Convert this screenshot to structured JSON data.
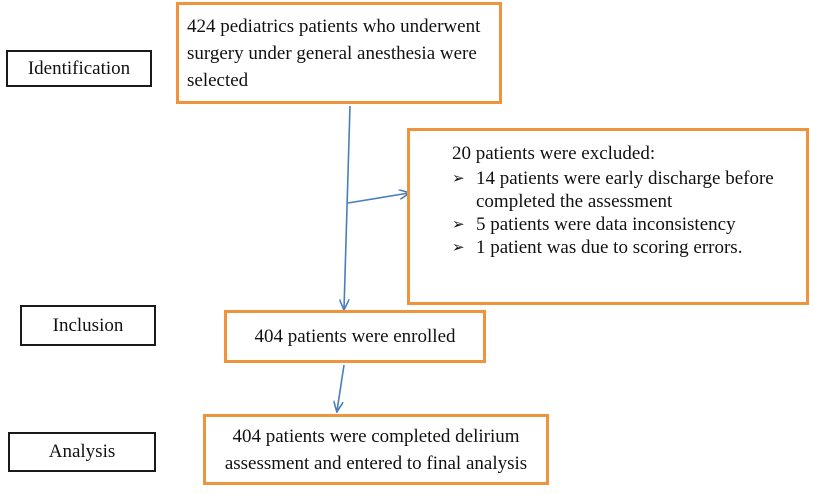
{
  "stages": {
    "identification": "Identification",
    "inclusion": "Inclusion",
    "analysis": "Analysis"
  },
  "boxes": {
    "selected": "424 pediatrics patients who underwent surgery under general anesthesia were selected",
    "excluded": {
      "title": "20 patients were excluded:",
      "items": [
        {
          "bullet": "➢",
          "text": "14 patients were early discharge before completed the assessment"
        },
        {
          "bullet": "➢",
          "text": "5 patients were data inconsistency"
        },
        {
          "bullet": "➢",
          "text": "1 patient was due to scoring errors."
        }
      ]
    },
    "enrolled": "404 patients were enrolled",
    "final": "404 patients were completed delirium assessment and entered to final analysis"
  },
  "colors": {
    "box_border": "#f0933d",
    "stage_border": "#1a1a1a",
    "arrow": "#4a7ebb"
  }
}
